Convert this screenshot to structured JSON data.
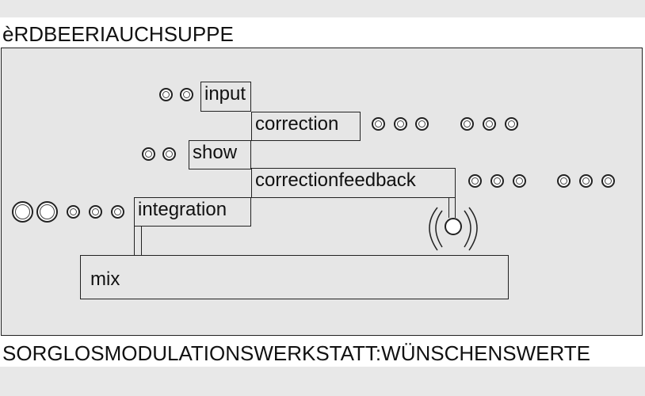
{
  "app": {
    "title": "èRDBEERIAUCHSUPPE",
    "footer": "SORGLOSMODULATIONSWERKSTATT:WÜNSCHENSWERTE"
  },
  "nodes": {
    "input": "input",
    "correction": "correction",
    "show": "show",
    "correctionfeedback": "correctionfeedback",
    "integration": "integration",
    "mix": "mix"
  },
  "icons": {
    "control": "ring-knob-icon",
    "output": "speaker-wave-icon"
  }
}
